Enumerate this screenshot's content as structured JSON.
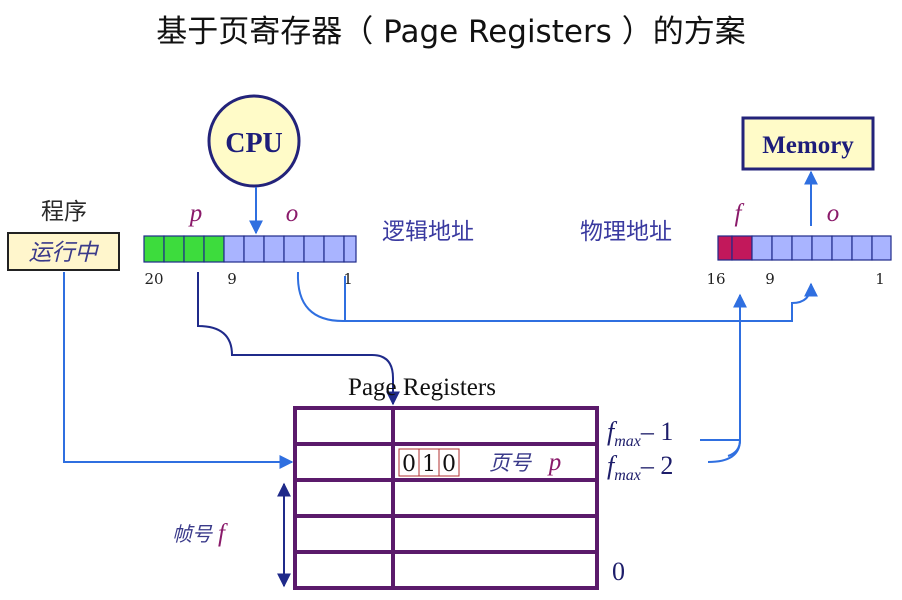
{
  "title": "基于页寄存器（ Page Registers ）的方案",
  "cpu": {
    "label": "CPU"
  },
  "memory": {
    "label": "Memory"
  },
  "program": {
    "label": "程序",
    "status": "运行中"
  },
  "logical": {
    "label": "逻辑地址",
    "page_field": "p",
    "offset_field": "o",
    "tick_high": "20",
    "tick_mid": "9",
    "tick_low": "1"
  },
  "physical": {
    "label": "物理地址",
    "frame_field": "f",
    "offset_field": "o",
    "tick_high": "16",
    "tick_mid": "9",
    "tick_low": "1"
  },
  "registers": {
    "title": "Page Registers",
    "bits": [
      "0",
      "1",
      "0"
    ],
    "page_no_label": "页号",
    "page_no_var": "p",
    "row_fmax1_base": "f",
    "row_fmax1_sub": "max",
    "row_fmax1_tail": "– 1",
    "row_fmax2_base": "f",
    "row_fmax2_sub": "max",
    "row_fmax2_tail": "– 2",
    "row_zero": "0",
    "frame_no_label": "帧号",
    "frame_no_var": "f"
  },
  "colors": {
    "accent_blue": "#2f6fe0",
    "register_purple": "#5b1a6b",
    "cpu_fill": "#fffbc8",
    "cpu_stroke": "#23237a",
    "cell_blue": "#a9b4ff",
    "cell_green": "#3ddc3d",
    "cell_magenta": "#c2185b",
    "program_fill": "#fff6cc"
  }
}
